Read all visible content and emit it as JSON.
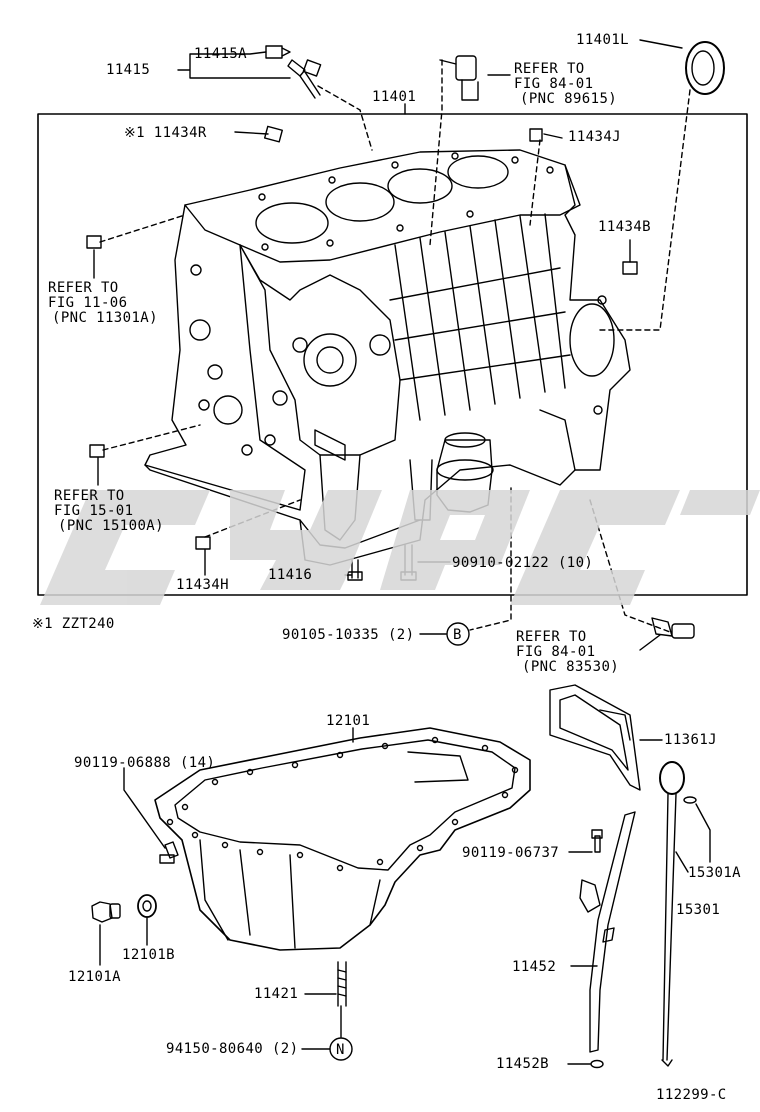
{
  "diagram": {
    "figure_code": "112299-C",
    "variant_note": "※1 ZZT240",
    "parts": {
      "p11415": "11415",
      "p11415A": "11415A",
      "p11401": "11401",
      "p11401L": "11401L",
      "p11434R": "※1 11434R",
      "p11434J": "11434J",
      "p11434B": "11434B",
      "p11434H": "11434H",
      "p11416": "11416",
      "p90910": "90910-02122 (10)",
      "p90105": "90105-10335 (2)",
      "p12101": "12101",
      "p90119_06888": "90119-06888 (14)",
      "p90119_06737": "90119-06737",
      "p11361J": "11361J",
      "p15301A": "15301A",
      "p15301": "15301",
      "p12101B": "12101B",
      "p12101A": "12101A",
      "p11421": "11421",
      "p11452": "11452",
      "p11452B": "11452B",
      "p94150": "94150-80640 (2)"
    },
    "refs": {
      "r1": [
        "REFER TO",
        "FIG 84-01",
        "(PNC 89615)"
      ],
      "r2": [
        "REFER TO",
        "FIG 11-06",
        "(PNC 11301A)"
      ],
      "r3": [
        "REFER TO",
        "FIG 15-01",
        "(PNC 15100A)"
      ],
      "r4": [
        "REFER TO",
        "FIG 84-01",
        "(PNC 83530)"
      ]
    },
    "markers": {
      "b": "B",
      "n": "N"
    }
  }
}
